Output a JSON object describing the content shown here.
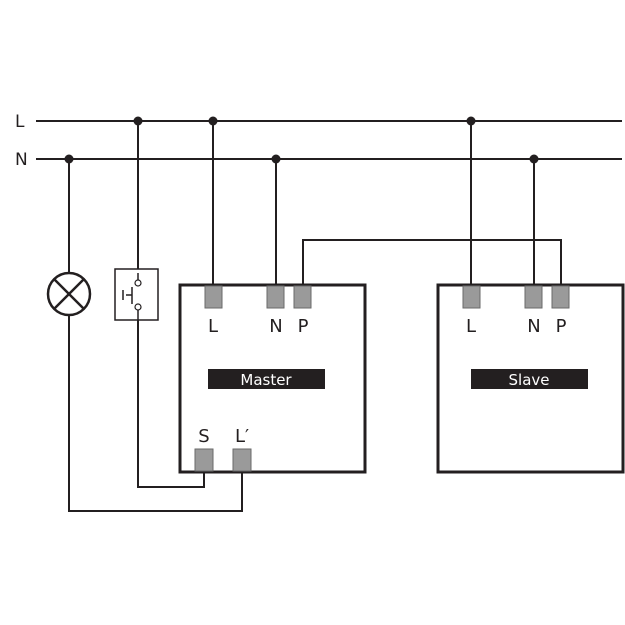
{
  "bus": {
    "line_label": "L",
    "neutral_label": "N"
  },
  "master": {
    "title": "Master",
    "terminals": [
      "L",
      "N",
      "P"
    ],
    "bottom_terminals": [
      "S",
      "L′"
    ]
  },
  "slave": {
    "title": "Slave",
    "terminals": [
      "L",
      "N",
      "P"
    ]
  },
  "icons": {
    "lamp": "lamp-icon",
    "switch": "pushbutton-switch-icon"
  },
  "colors": {
    "ink": "#231f20",
    "terminal": "#9a9a9a",
    "label_band": "#231f20",
    "band_text": "#ffffff"
  }
}
